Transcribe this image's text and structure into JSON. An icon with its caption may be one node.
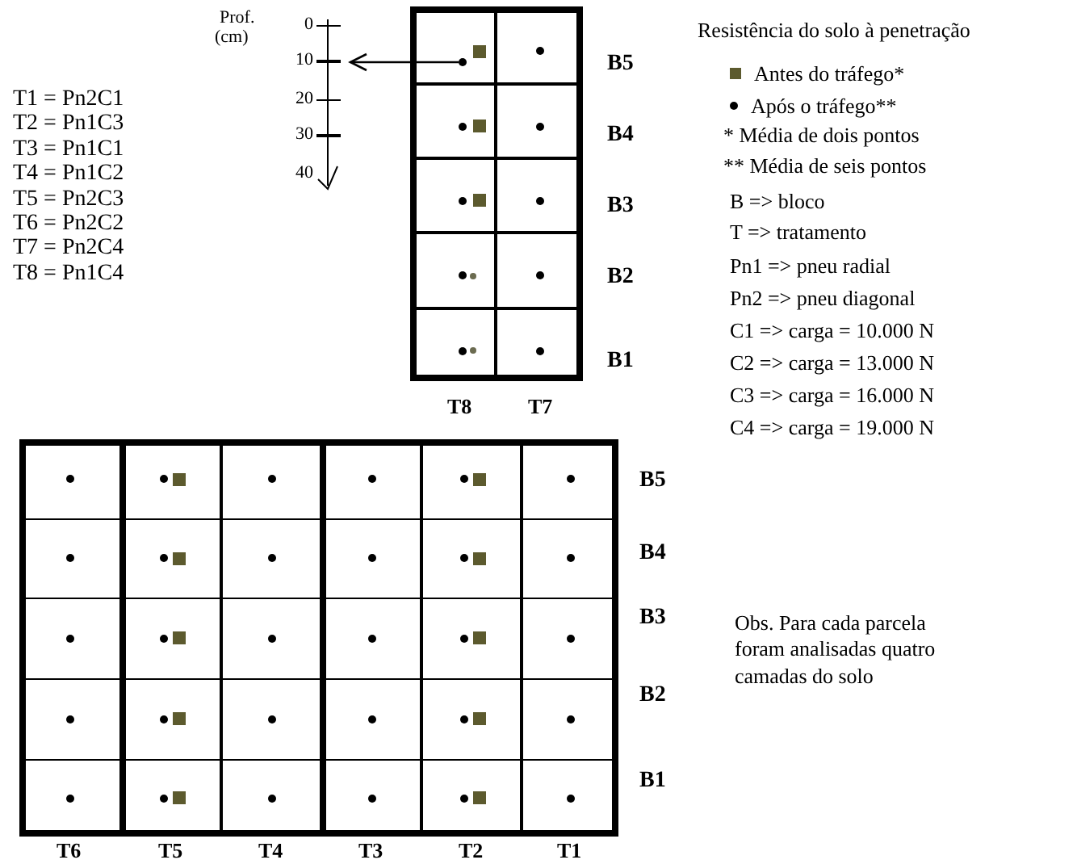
{
  "diagram": {
    "title": "Resistência do solo à penetração",
    "nodes": [
      {
        "text": [],
        "shape": "circle"
      },
      {
        "text": [],
        "shape": "picture"
      }
    ],
    "edges": [
      {
        "from": 0,
        "to": 1,
        "arrow": "to"
      }
    ],
    "labels": [
      "T1 = Pn2C1",
      "T2 = Pn1C3",
      "T3 = Pn1C1",
      "T4 = Pn1C2",
      "T5 = Pn2C3",
      "T6 = Pn2C2",
      "T7 = Pn2C4",
      "T8 = Pn1C4",
      "Prof.",
      "(cm)",
      "0",
      "10",
      "20",
      "30",
      "40",
      "B5",
      "B4",
      "B3",
      "B2",
      "B1",
      "T8",
      "T7",
      "B5",
      "B4",
      "B3",
      "B2",
      "B1",
      "T6",
      "T5",
      "T4",
      "T3",
      "T2",
      "T1",
      "* Média de dois pontos",
      "** Média de seis pontos",
      "B => bloco",
      "T => tratamento",
      "Pn1 => pneu radial",
      "Pn2 => pneu diagonal",
      "C1 => carga = 10.000 N",
      "C2 => carga = 13.000 N",
      "C3 => carga = 16.000 N",
      "C4 => carga = 19.000 N",
      "Obs. Para cada parcela foram analisadas quatro camadas do solo"
    ],
    "legend": [
      {
        "text": "Antes do tráfego*",
        "color": "#5c5a2e"
      },
      {
        "text": "Após o tráfego**",
        "color": "#000000"
      }
    ]
  }
}
